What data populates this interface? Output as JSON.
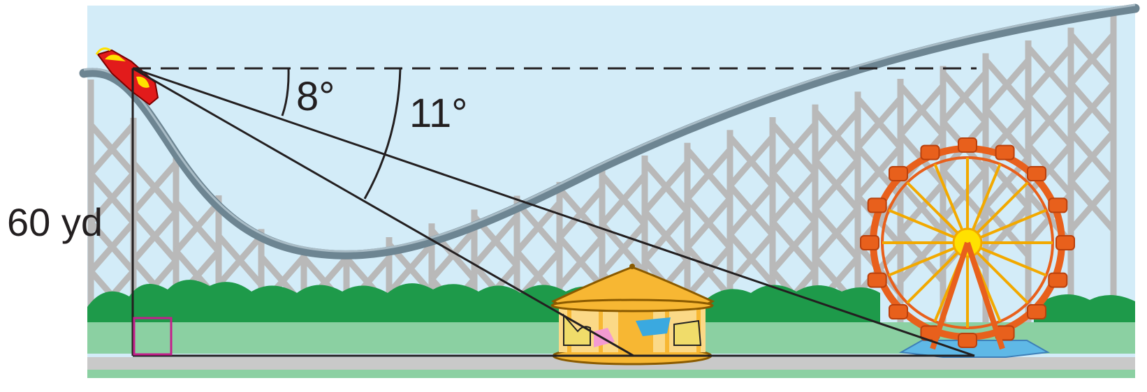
{
  "labels": {
    "height": "60 yd",
    "angle_small": "8°",
    "angle_large": "11°"
  },
  "colors": {
    "sky": "#d3ecf8",
    "track": "#6d8592",
    "trestle": "#b9b9b9",
    "bushes": "#1e9a4a",
    "grass": "#8bd0a2",
    "ground_path": "#c9c9c9",
    "right_angle_mark": "#c41f8c",
    "sight_lines": "#231f20",
    "carousel_roof": "#f7b733",
    "ferris_wheel": "#e8601c"
  },
  "icons": [
    "roller-coaster-car-icon",
    "carousel-icon",
    "ferris-wheel-icon"
  ]
}
